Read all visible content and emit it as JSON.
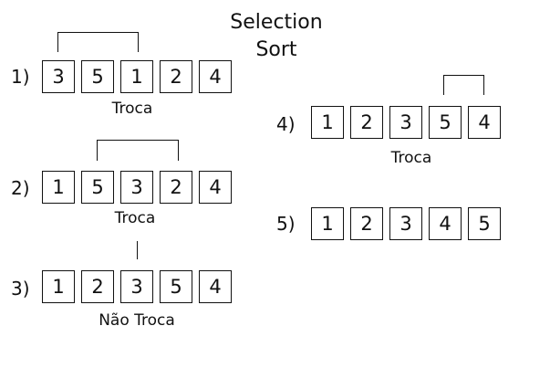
{
  "title": "Selection Sort",
  "steps": [
    {
      "label": "1)",
      "values": [
        "3",
        "5",
        "1",
        "2",
        "4"
      ],
      "caption": "Troca"
    },
    {
      "label": "2)",
      "values": [
        "1",
        "5",
        "3",
        "2",
        "4"
      ],
      "caption": "Troca"
    },
    {
      "label": "3)",
      "values": [
        "1",
        "2",
        "3",
        "5",
        "4"
      ],
      "caption": "Não Troca"
    },
    {
      "label": "4)",
      "values": [
        "1",
        "2",
        "3",
        "5",
        "4"
      ],
      "caption": "Troca"
    },
    {
      "label": "5)",
      "values": [
        "1",
        "2",
        "3",
        "4",
        "5"
      ],
      "caption": ""
    }
  ]
}
